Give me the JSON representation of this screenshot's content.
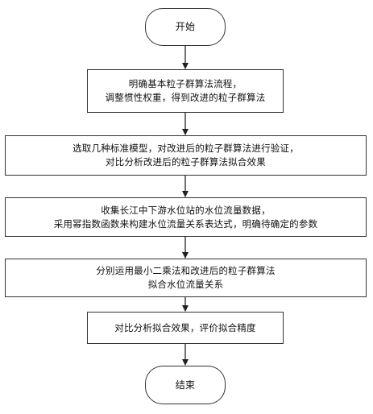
{
  "flow": {
    "start": "开始",
    "steps": [
      {
        "lines": [
          "明确基本粒子群算法流程，",
          "调整惯性权重，得到改进的粒子群算法"
        ]
      },
      {
        "lines": [
          "选取几种标准模型，对改进后的粒子群算法进行验证，",
          "对比分析改进后的粒子群算法拟合效果"
        ]
      },
      {
        "lines": [
          "收集长江中下游水位站的水位流量数据，",
          "采用幂指数函数来构建水位流量关系表达式，明确待确定的参数"
        ]
      },
      {
        "lines": [
          "分别运用最小二乘法和改进后的粒子群算法",
          "拟合水位流量关系"
        ]
      },
      {
        "lines": [
          "对比分析拟合效果，评价拟合精度"
        ]
      }
    ],
    "end": "结束"
  }
}
